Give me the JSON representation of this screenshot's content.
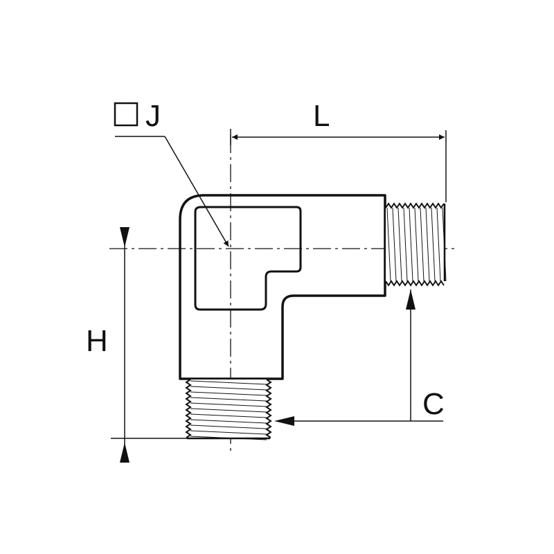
{
  "diagram": {
    "labels": {
      "J": "J",
      "L": "L",
      "H": "H",
      "C": "C"
    },
    "colors": {
      "line": "#111111",
      "background": "#ffffff"
    }
  }
}
